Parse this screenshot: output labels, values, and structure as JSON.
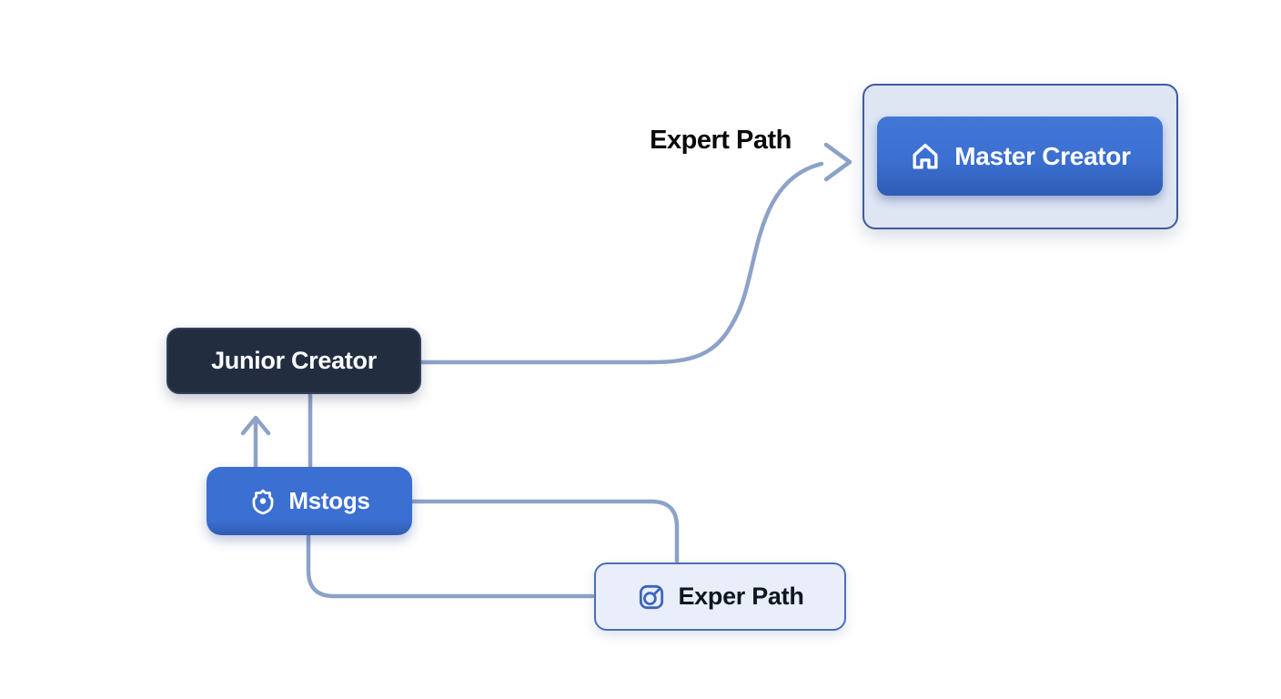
{
  "diagram": {
    "nodes": {
      "junior": {
        "label": "Junior Creator",
        "variant": "dark"
      },
      "mstogs": {
        "label": "Mstogs",
        "variant": "primary",
        "icon": "shield-badge-icon"
      },
      "master": {
        "label": "Master Creator",
        "variant": "primary-contained",
        "icon": "home-icon"
      },
      "exper": {
        "label": "Exper Path",
        "variant": "light",
        "icon": "explore-circle-arrow-icon"
      }
    },
    "edge_label": {
      "text": "Expert Path"
    },
    "edges": [
      {
        "from": "junior",
        "to": "master",
        "type": "curved-arrow",
        "label": "Expert Path"
      },
      {
        "from": "mstogs",
        "to": "junior",
        "type": "arrow-up"
      },
      {
        "from": "junior",
        "to": "mstogs",
        "type": "straight-line"
      },
      {
        "from": "mstogs",
        "to": "exper",
        "type": "elbow-right-to-top"
      },
      {
        "from": "mstogs",
        "to": "exper",
        "type": "elbow-bottom-to-left"
      }
    ]
  },
  "colors": {
    "bg": "#ffffff",
    "connector": "#8ca2c7",
    "accent_blue": "#3b6fd1",
    "accent_blue_dark": "#2f5cb4",
    "node_dark": "#222d40",
    "node_dark_border": "#323e55",
    "container_bg": "#dee5f3",
    "container_border": "#3e5c9c",
    "light_node_bg": "#e9eefa",
    "light_node_border": "#4a6fb5",
    "icon_blue": "#3b66b8",
    "text_dark": "#0f1522",
    "label_black": "#0a0a0a"
  }
}
